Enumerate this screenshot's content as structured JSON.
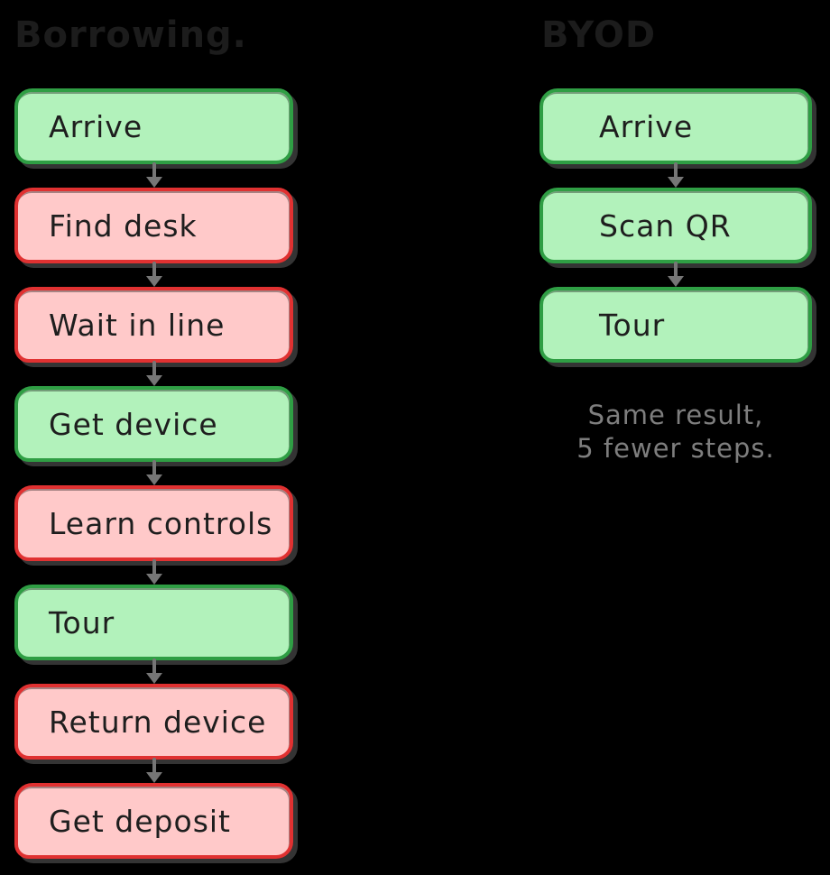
{
  "background": "#000000",
  "colors": {
    "green_fill": "#b2f2bb",
    "green_border": "#2f9e44",
    "red_fill": "#ffc9c9",
    "red_border": "#e03131",
    "arrow": "#767676",
    "title_text": "#1c1c1c",
    "box_text": "#1e1e1e",
    "note_text": "#7e7e7e"
  },
  "flowcharts": [
    {
      "title": "Borrowing.",
      "steps": [
        {
          "label": "Arrive",
          "color": "green"
        },
        {
          "label": "Find desk",
          "color": "red"
        },
        {
          "label": "Wait in line",
          "color": "red"
        },
        {
          "label": "Get device",
          "color": "green"
        },
        {
          "label": "Learn controls",
          "color": "red"
        },
        {
          "label": "Tour",
          "color": "green"
        },
        {
          "label": "Return device",
          "color": "red"
        },
        {
          "label": "Get deposit",
          "color": "red"
        }
      ]
    },
    {
      "title": "BYOD",
      "steps": [
        {
          "label": "Arrive",
          "color": "green"
        },
        {
          "label": "Scan QR",
          "color": "green"
        },
        {
          "label": "Tour",
          "color": "green"
        }
      ],
      "note_lines": [
        "Same result,",
        "5 fewer steps."
      ]
    }
  ]
}
